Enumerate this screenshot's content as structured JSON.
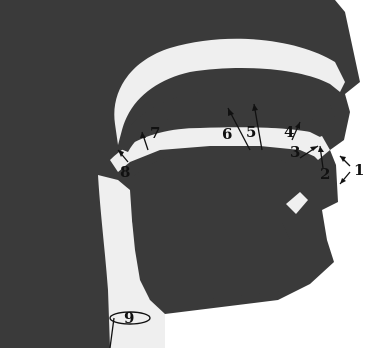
{
  "diagram": {
    "colors": {
      "background": "#ffffff",
      "tissue": "#3a3a3a",
      "cavity": "#efefef",
      "outline": "#111111"
    },
    "labels": [
      {
        "id": "1",
        "text": "1"
      },
      {
        "id": "2",
        "text": "2"
      },
      {
        "id": "3",
        "text": "3"
      },
      {
        "id": "4",
        "text": "4"
      },
      {
        "id": "5",
        "text": "5"
      },
      {
        "id": "6",
        "text": "6"
      },
      {
        "id": "7",
        "text": "7"
      },
      {
        "id": "8",
        "text": "8"
      },
      {
        "id": "9",
        "text": "9"
      }
    ]
  }
}
